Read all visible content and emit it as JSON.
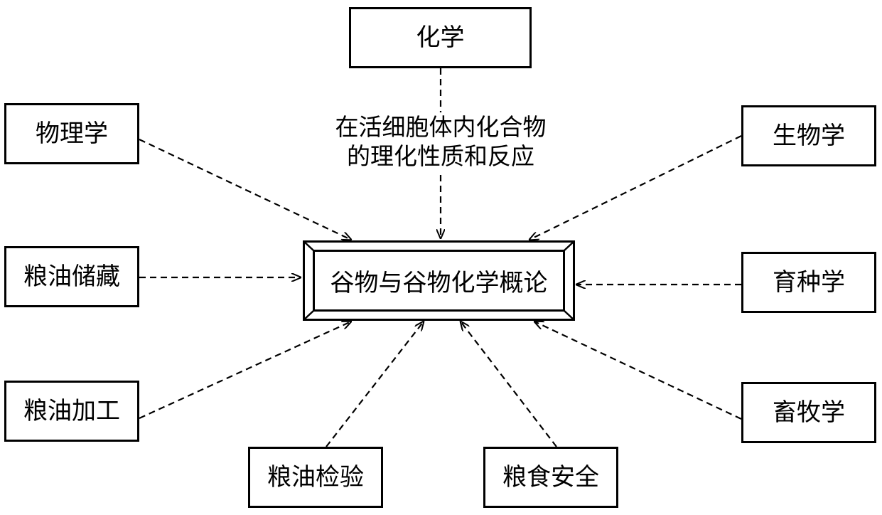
{
  "center_topic": "谷物与谷物化学概论",
  "disciplines": {
    "chemistry": "化学",
    "physics": "物理学",
    "biology": "生物学",
    "grain_oil_storage": "粮油储藏",
    "breeding": "育种学",
    "grain_oil_processing": "粮油加工",
    "animal_husbandry": "畜牧学",
    "grain_oil_inspection": "粮油检验",
    "food_safety": "粮食安全"
  },
  "chemistry_annotation": {
    "line1": "在活细胞体内化合物",
    "line2": "的理化性质和反应"
  }
}
